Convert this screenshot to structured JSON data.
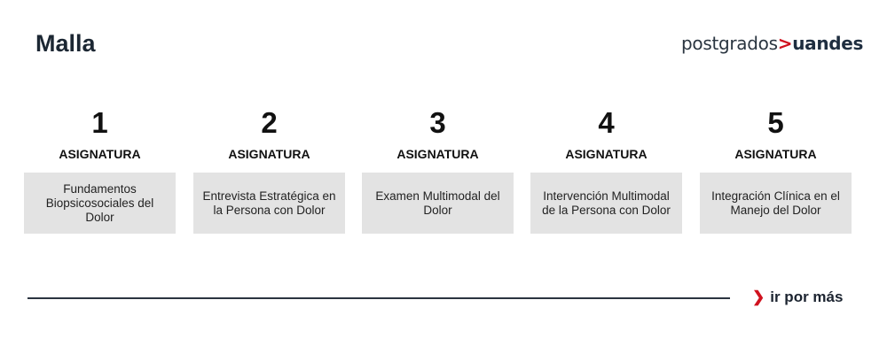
{
  "header": {
    "title": "Malla",
    "logo_text": "postgrados",
    "logo_brand": "uandes",
    "logo_separator": ">"
  },
  "courses": [
    {
      "number": "1",
      "label": "ASIGNATURA",
      "name": "Fundamentos Biopsicosociales del Dolor"
    },
    {
      "number": "2",
      "label": "ASIGNATURA",
      "name": "Entrevista Estratégica en la Persona con Dolor"
    },
    {
      "number": "3",
      "label": "ASIGNATURA",
      "name": "Examen Multimodal del Dolor"
    },
    {
      "number": "4",
      "label": "ASIGNATURA",
      "name": "Intervención Multimodal de la Persona con Dolor"
    },
    {
      "number": "5",
      "label": "ASIGNATURA",
      "name": "Integración Clínica en el Manejo del Dolor"
    }
  ],
  "footer": {
    "more_label": "ir por más",
    "accent": "#d0121f"
  }
}
